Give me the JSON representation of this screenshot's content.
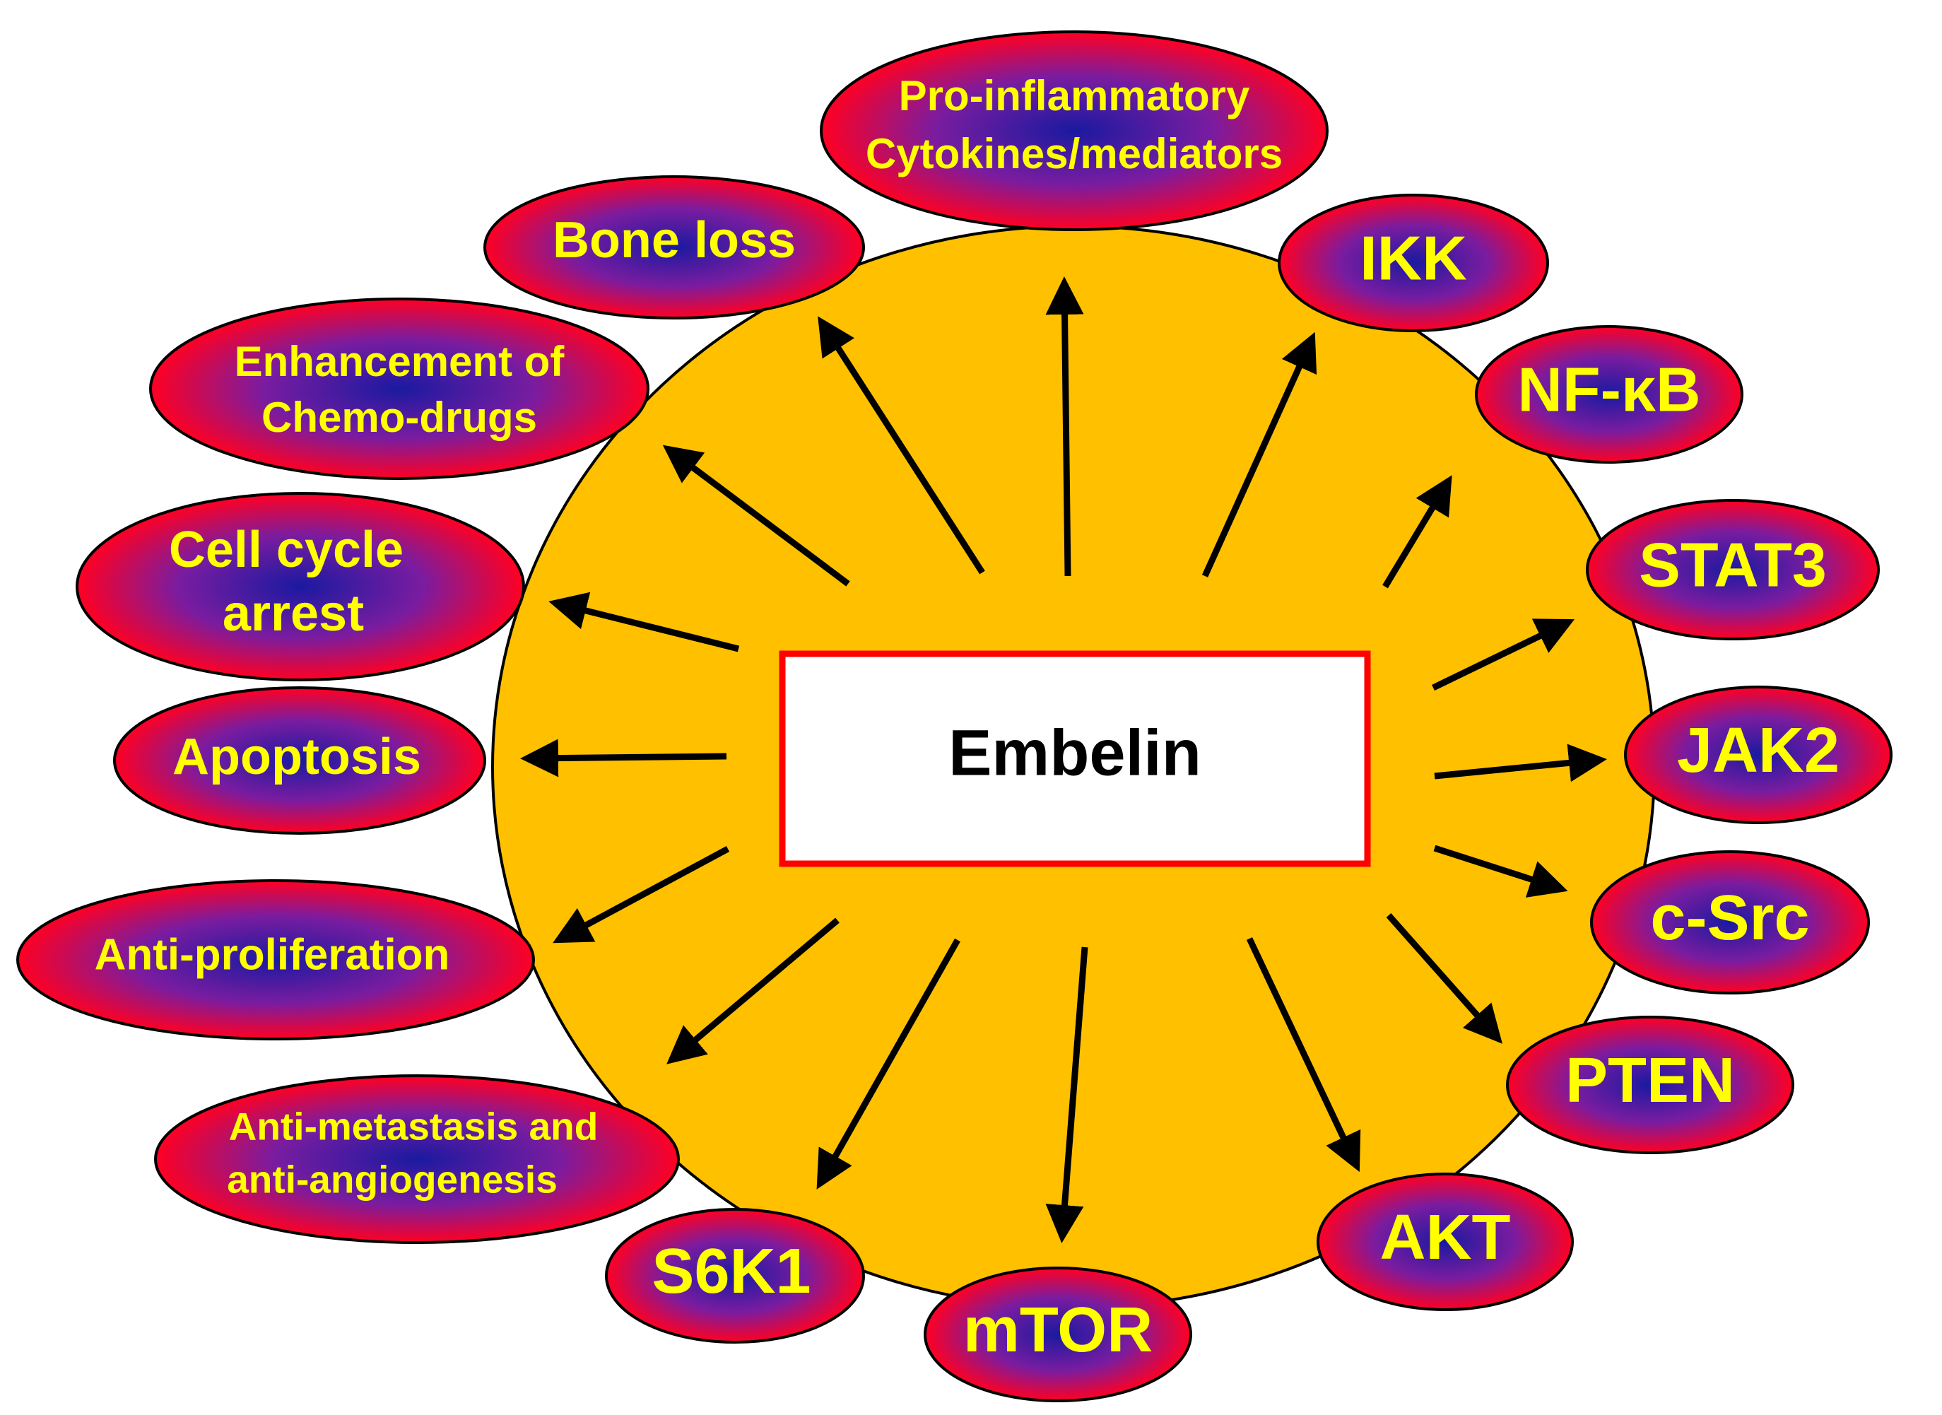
{
  "center": {
    "label": "Embelin"
  },
  "nodes": {
    "pro_inflammatory": {
      "lines": [
        "Pro-inflammatory",
        "Cytokines/mediators"
      ]
    },
    "bone_loss": {
      "lines": [
        "Bone loss"
      ]
    },
    "enhancement": {
      "lines": [
        "Enhancement of",
        "Chemo-drugs"
      ]
    },
    "cell_cycle": {
      "lines": [
        "Cell cycle",
        "arrest"
      ]
    },
    "apoptosis": {
      "lines": [
        "Apoptosis"
      ]
    },
    "anti_proliferation": {
      "lines": [
        "Anti-proliferation"
      ]
    },
    "anti_metastasis": {
      "lines": [
        "Anti-metastasis and",
        "anti-angiogenesis"
      ]
    },
    "s6k1": {
      "lines": [
        "S6K1"
      ]
    },
    "mtor": {
      "lines": [
        "mTOR"
      ]
    },
    "akt": {
      "lines": [
        "AKT"
      ]
    },
    "pten": {
      "lines": [
        "PTEN"
      ]
    },
    "c_src": {
      "lines": [
        "c-Src"
      ]
    },
    "jak2": {
      "lines": [
        "JAK2"
      ]
    },
    "stat3": {
      "lines": [
        "STAT3"
      ]
    },
    "nf_kb": {
      "lines": [
        "NF-κB"
      ]
    },
    "ikk": {
      "lines": [
        "IKK"
      ]
    }
  },
  "colors": {
    "circle_fill": "#ffc000",
    "box_border": "#ff0000",
    "node_edge": "#ff0000",
    "node_mid": "#7a1ca0",
    "node_center": "#1a1aa0",
    "node_text": "#ffff00",
    "arrow": "#000000"
  }
}
